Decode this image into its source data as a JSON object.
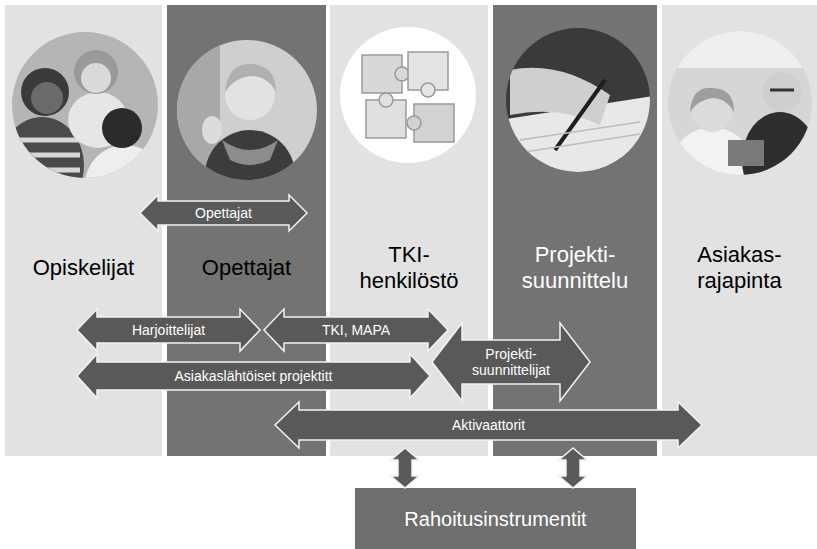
{
  "diagram": {
    "nodes": [
      {
        "text": [
          "Opiskelijat"
        ]
      },
      {
        "text": [
          "Opettajat"
        ]
      },
      {
        "text": [
          "TKI- henkilöstö"
        ]
      },
      {
        "text": [
          "Projekti- suunnittelu"
        ]
      },
      {
        "text": [
          "Asiakas- rajapinta"
        ]
      },
      {
        "text": [
          "Rahoitusinstrumentit"
        ]
      }
    ],
    "edges": [
      {
        "from": 0,
        "to": 1,
        "arrow": "both",
        "label": "Opettajat"
      },
      {
        "from": 0,
        "to": 1,
        "arrow": "both",
        "label": "Harjoittelijat"
      },
      {
        "from": 1,
        "to": 2,
        "arrow": "both",
        "label": "TKI, MAPA"
      },
      {
        "from": 0,
        "to": 2,
        "arrow": "both",
        "label": "Asiakaslähtöiset projektitt"
      },
      {
        "from": 2,
        "to": 3,
        "arrow": "both",
        "label": "Projekti- suunnittelijat"
      },
      {
        "from": 1,
        "to": 4,
        "arrow": "both",
        "label": "Aktivaattorit"
      },
      {
        "from": 2,
        "to": 5,
        "arrow": "both"
      },
      {
        "from": 3,
        "to": 5,
        "arrow": "both"
      }
    ]
  }
}
